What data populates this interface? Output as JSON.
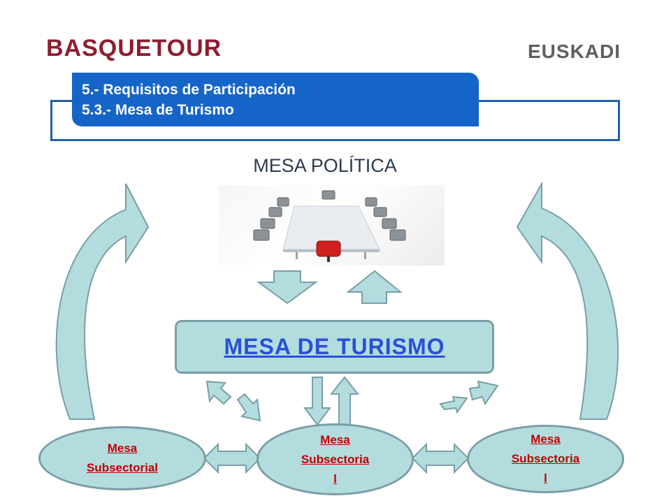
{
  "logos": {
    "left": "BASQUETOUR",
    "right": "EUSKADI"
  },
  "header": {
    "line1": "5.- Requisitos de Participación",
    "line2": "5.3.- Mesa de Turismo"
  },
  "diagram": {
    "top_label": "MESA POLÍTICA",
    "main_box": "MESA DE TURISMO",
    "subsectors": [
      {
        "label": "Mesa\nSubsectorial"
      },
      {
        "label": "Mesa\nSubsectoria\nl"
      },
      {
        "label": "Mesa\nSubsectoria\nl"
      }
    ]
  },
  "colors": {
    "brand_red": "#8e1c2f",
    "header_blue": "#1565c8",
    "box_fill": "#b3dcdf",
    "box_border": "#7a9ea6",
    "main_text": "#2b4fd6",
    "sub_text": "#c00000"
  }
}
